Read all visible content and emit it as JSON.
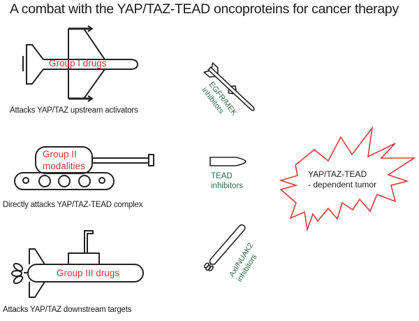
{
  "title": "A combat with the YAP/TAZ-TEAD oncoproteins for cancer therapy",
  "groups": [
    {
      "vehicle": "fighter-jet",
      "label_lines": [
        "Group I drugs"
      ],
      "caption": "Attacks YAP/TAZ upstream activators",
      "weapon": "missile",
      "inhibitor_lines": [
        "EGFR/MEK",
        "inhibitors"
      ]
    },
    {
      "vehicle": "tank",
      "label_lines": [
        "Group II",
        "modalities"
      ],
      "caption": "Directly attacks YAP/TAZ-TEAD complex",
      "weapon": "bullet",
      "inhibitor_lines": [
        "TEAD",
        "inhibitors"
      ]
    },
    {
      "vehicle": "submarine",
      "label_lines": [
        "Group III drugs"
      ],
      "caption": "Attacks YAP/TAZ downstream targets",
      "weapon": "torpedo",
      "inhibitor_lines": [
        "Axl/NUAK2",
        "inhibitors"
      ]
    }
  ],
  "target": {
    "shape": "explosion-burst",
    "label_lines": [
      "YAP/TAZ-TEAD",
      "- dependent tumor"
    ]
  },
  "colors": {
    "outline": "#222222",
    "group_label": "#d33a3a",
    "inhibitor_label": "#2c6a4b",
    "burst": "#d83a3a"
  }
}
